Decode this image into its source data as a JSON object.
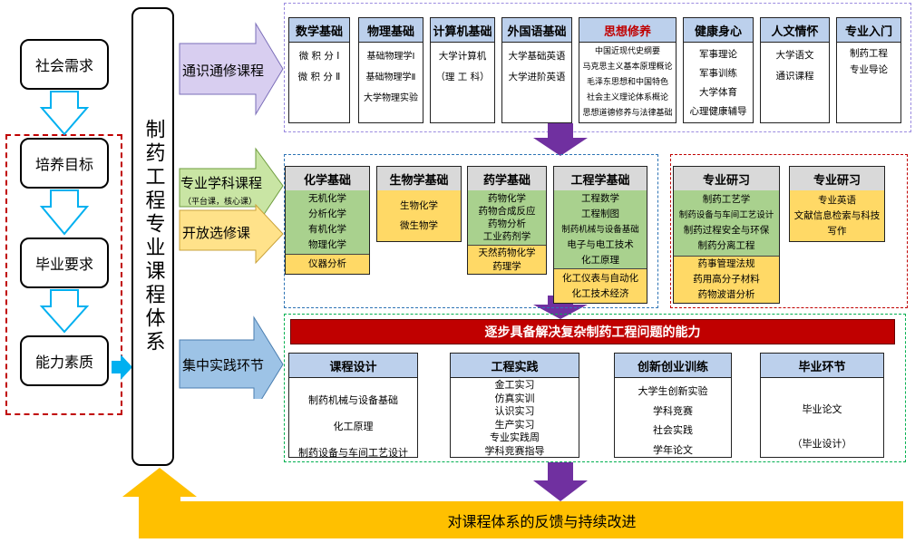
{
  "left_flow": {
    "items": [
      "社会需求",
      "培养目标",
      "毕业要求",
      "能力素质"
    ],
    "colors": {
      "arrow_outline": "#00b0f0",
      "dashed_border": "#c00000"
    }
  },
  "center_title": "制药工程专业课程体系",
  "categories": {
    "general": "通识通修课程",
    "professional": "专业学科课程",
    "professional_note": "（平台课，核心课）",
    "elective": "开放选修课",
    "practice": "集中实践环节"
  },
  "general_courses": [
    {
      "title": "数学基础",
      "items": [
        "微 积 分 Ⅰ",
        "微 积 分 Ⅱ"
      ]
    },
    {
      "title": "物理基础",
      "items": [
        "基础物理学Ⅰ",
        "基础物理学Ⅱ",
        "大学物理实验"
      ]
    },
    {
      "title": "计算机基础",
      "items": [
        "大学计算机",
        "（理 工 科）"
      ]
    },
    {
      "title": "外国语基础",
      "items": [
        "大学基础英语",
        "大学进阶英语"
      ]
    },
    {
      "title": "思想修养",
      "items": [
        "中国近现代史纲要",
        "马克思主义基本原理概论",
        "毛泽东思想和中国特色",
        "社会主义理论体系概论",
        "思想道德修养与法律基础"
      ]
    },
    {
      "title": "健康身心",
      "items": [
        "军事理论",
        "军事训练",
        "大学体育",
        "心理健康辅导"
      ]
    },
    {
      "title": "人文情怀",
      "items": [
        "大学语文",
        "通识课程"
      ]
    },
    {
      "title": "专业入门",
      "items": [
        "制药工程",
        "专业导论"
      ]
    }
  ],
  "prof_courses": [
    {
      "title": "化学基础",
      "core": [
        "无机化学",
        "分析化学",
        "有机化学",
        "物理化学"
      ],
      "elective": [
        "仪器分析"
      ]
    },
    {
      "title": "生物学基础",
      "core": [],
      "elective": [
        "生物化学",
        "微生物学"
      ]
    },
    {
      "title": "药学基础",
      "core": [
        "药物化学",
        "药物合成反应",
        "药物分析",
        "工业药剂学"
      ],
      "elective": [
        "天然药物化学",
        "药理学"
      ]
    },
    {
      "title": "工程学基础",
      "core": [
        "工程数学",
        "工程制图",
        "制药机械与设备基础",
        "电子与电工技术",
        "化工原理"
      ],
      "elective": [
        "化工仪表与自动化",
        "化工技术经济"
      ]
    }
  ],
  "research_courses": [
    {
      "title": "专业研习",
      "core": [
        "制药工艺学",
        "制药设备与车间工艺设计",
        "制药过程安全与环保",
        "制药分离工程"
      ],
      "elective": [
        "药事管理法规",
        "药用高分子材料",
        "药物波谱分析"
      ]
    },
    {
      "title": "专业研习",
      "core": [],
      "elective": [
        "专业英语",
        "文献信息检索与科技写作"
      ]
    }
  ],
  "ability_banner": "逐步具备解决复杂制药工程问题的能力",
  "practice": [
    {
      "title": "课程设计",
      "items": [
        "制药机械与设备基础",
        "化工原理",
        "制药设备与车间工艺设计"
      ]
    },
    {
      "title": "工程实践",
      "items": [
        "金工实习",
        "仿真实训",
        "认识实习",
        "生产实习",
        "专业实践周",
        "学科竞赛指导"
      ]
    },
    {
      "title": "创新创业训练",
      "items": [
        "大学生创新实验",
        "学科竞赛",
        "社会实践",
        "学年论文"
      ]
    },
    {
      "title": "毕业环节",
      "items": [
        "毕业论文",
        "（毕业设计）"
      ]
    }
  ],
  "feedback": "对课程体系的反馈与持续改进",
  "colors": {
    "blue_title": "#bcd0ec",
    "core_green": "#a9d18e",
    "elective_yellow": "#ffd966",
    "banner_red": "#c00000",
    "feedback_orange": "#ffc000",
    "down_arrow_purple": "#7030a0",
    "ideology_red_text": "#c00000"
  }
}
